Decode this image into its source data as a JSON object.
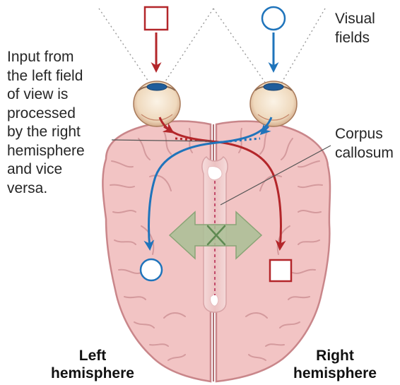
{
  "labels": {
    "visual_fields": "Visual\nfields",
    "input_note": "Input from\nthe left field\nof view is\nprocessed\nby the right\nhemisphere\nand vice\nversa.",
    "corpus_callosum": "Corpus\ncallosum",
    "left_hemisphere": "Left\nhemisphere",
    "right_hemisphere": "Right\nhemisphere"
  },
  "colors": {
    "left_field_red": "#b3262a",
    "right_field_blue": "#1f74bb",
    "brain_fill": "#f2c4c4",
    "brain_outline": "#c9868a",
    "callosum_arrow_green": "#a9bf95",
    "x_mark_green": "#5f8a52"
  },
  "symbols": {
    "left_field_stimulus": "square",
    "right_field_stimulus": "circle"
  }
}
